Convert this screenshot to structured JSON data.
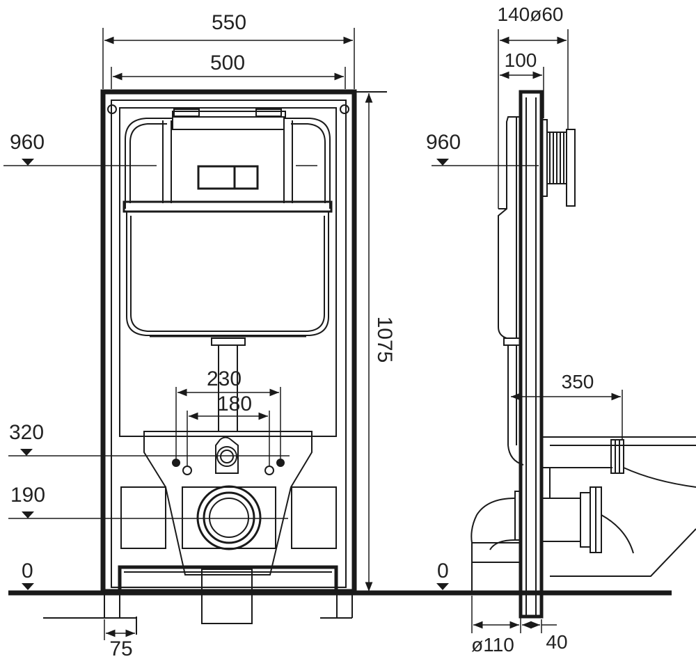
{
  "front_view": {
    "width_overall": "550",
    "width_inner": "500",
    "height_total": "1075",
    "flush_height": "960",
    "bolt_spacing_outer": "230",
    "bolt_spacing_inner": "180",
    "bolt_height": "320",
    "outlet_height": "190",
    "floor_level": "0",
    "foot_width": "75"
  },
  "side_view": {
    "depth_top": "140ø60",
    "depth_plate": "100",
    "flush_height": "960",
    "drain_projection": "350",
    "floor_level": "0",
    "drain_diameter": "ø110",
    "frame_depth": "40"
  },
  "colors": {
    "line": "#1a1a1a",
    "background": "#ffffff"
  }
}
